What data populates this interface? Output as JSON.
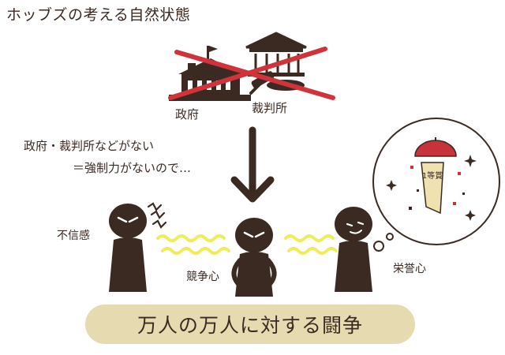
{
  "title": "ホッブズの考える自然状態",
  "labels": {
    "government": "政府",
    "court": "裁判所",
    "note_line1": "政府・裁判所などがない",
    "note_line2": "＝強制力がないので…",
    "distrust": "不信感",
    "rivalry": "競争心",
    "glory": "栄誉心",
    "medal_text": "1等賞"
  },
  "banner": {
    "text": "万人の万人に対する闘争"
  },
  "colors": {
    "figure": "#3b2a22",
    "cross": "#d0333a",
    "banner_bg": "#e6dab0",
    "squiggle": "#f2ec5c",
    "medal_red": "#c8323a",
    "medal_ribbon": "#efe2b0"
  }
}
